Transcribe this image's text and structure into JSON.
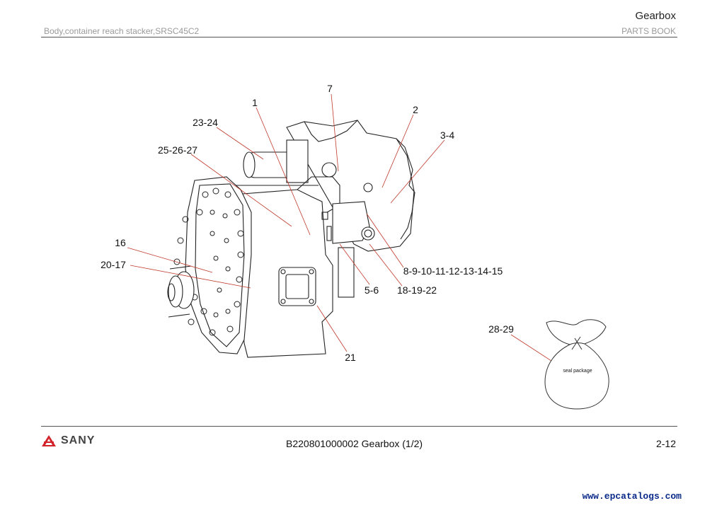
{
  "header": {
    "section_title": "Gearbox",
    "machine": "Body,container reach stacker,SRSC45C2",
    "book": "PARTS BOOK"
  },
  "callouts": [
    "1",
    "7",
    "2",
    "3-4",
    "23-24",
    "25-26-27",
    "16",
    "20-17",
    "8-9-10-11-12-13-14-15",
    "5-6",
    "18-19-22",
    "21",
    "28-29"
  ],
  "seal_bag_label": "seal package",
  "footer": {
    "brand": "SANY",
    "part_code": "B220801000002 Gearbox (1/2)",
    "page": "2-12"
  },
  "watermark": "www.epcatalogs.com",
  "colors": {
    "brand_red": "#d2232a",
    "watermark_blue": "#0b2b8a"
  }
}
